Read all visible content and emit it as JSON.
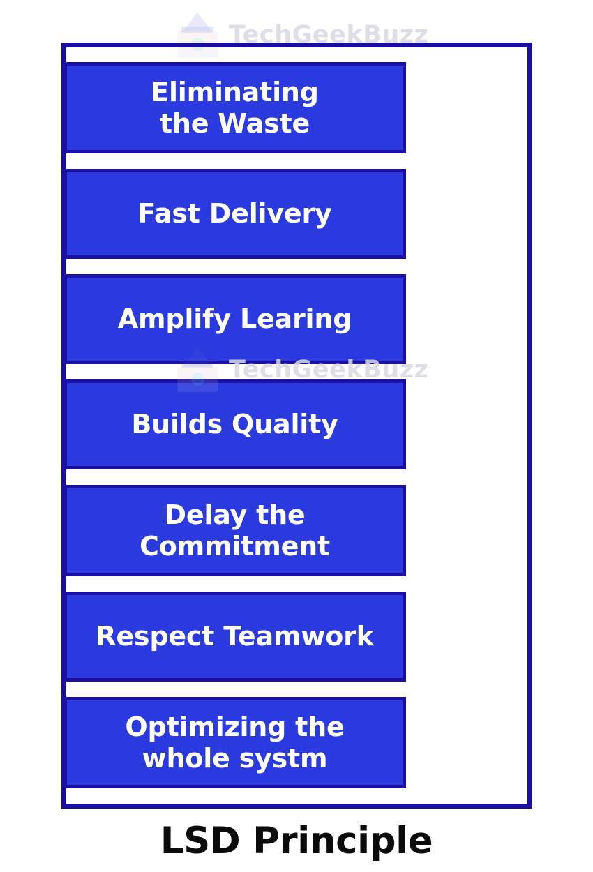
{
  "diagram": {
    "caption": "LSD Principle",
    "colors": {
      "box_fill": "#2a3ade",
      "box_border": "#1c0fa3",
      "frame_border": "#1a0f9e",
      "box_text": "#ffffff",
      "caption_text": "#0b0b0b",
      "background": "#ffffff",
      "watermark_text": "#d9d9e2"
    },
    "boxes": [
      {
        "label": "Eliminating\nthe Waste",
        "lines": 2
      },
      {
        "label": "Fast Delivery",
        "lines": 1
      },
      {
        "label": "Amplify Learing",
        "lines": 1
      },
      {
        "label": "Builds Quality",
        "lines": 1
      },
      {
        "label": "Delay the\nCommitment",
        "lines": 2
      },
      {
        "label": "Respect Teamwork",
        "lines": 1
      },
      {
        "label": "Optimizing the\nwhole systm",
        "lines": 2
      }
    ]
  },
  "watermarks": [
    {
      "text": "TechGeekBuzz",
      "logo": "techgeekbuzz-logo-icon"
    },
    {
      "text": "TechGeekBuzz",
      "logo": "techgeekbuzz-logo-icon"
    }
  ]
}
